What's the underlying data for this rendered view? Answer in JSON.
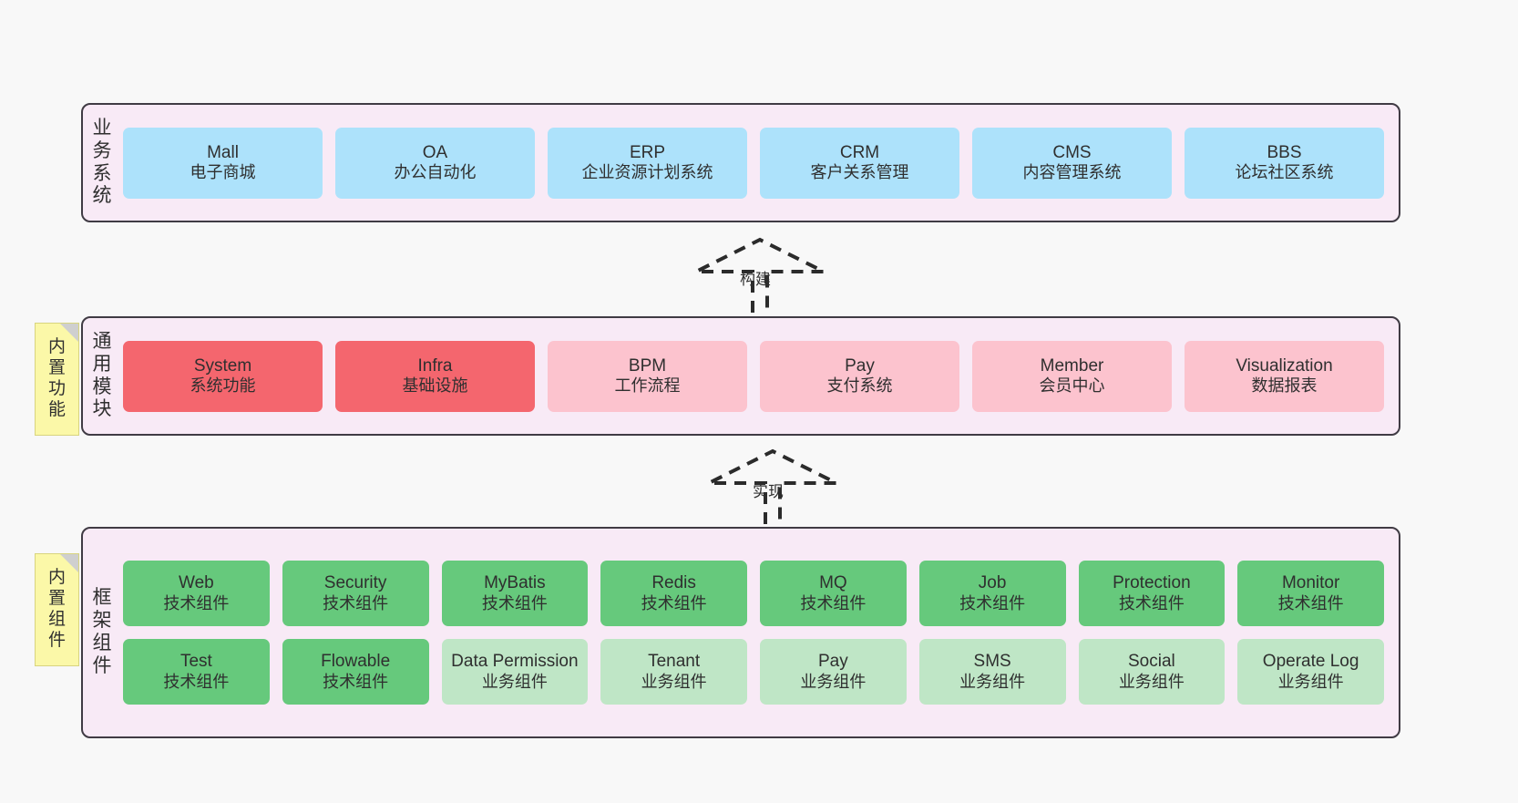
{
  "diagram": {
    "title": "",
    "background": "#f8f8f8",
    "colors": {
      "layer_bg": "#f8eaf6",
      "layer_border": "#403b44",
      "blue": "#ade2fb",
      "red": "#f4666e",
      "pink": "#fcc3ce",
      "green": "#66c97c",
      "light_green": "#bfe6c6",
      "note": "#fbf8a8"
    }
  },
  "layers": [
    {
      "id": "business-systems",
      "label": "业务系统",
      "rows": [
        {
          "cards": [
            {
              "en": "Mall",
              "cn": "电子商城",
              "color": "blue"
            },
            {
              "en": "OA",
              "cn": "办公自动化",
              "color": "blue"
            },
            {
              "en": "ERP",
              "cn": "企业资源计划系统",
              "color": "blue"
            },
            {
              "en": "CRM",
              "cn": "客户关系管理",
              "color": "blue"
            },
            {
              "en": "CMS",
              "cn": "内容管理系统",
              "color": "blue"
            },
            {
              "en": "BBS",
              "cn": "论坛社区系统",
              "color": "blue"
            }
          ]
        }
      ]
    },
    {
      "id": "common-modules",
      "label": "通用模块",
      "note": "内置功能",
      "rows": [
        {
          "cards": [
            {
              "en": "System",
              "cn": "系统功能",
              "color": "red"
            },
            {
              "en": "Infra",
              "cn": "基础设施",
              "color": "red"
            },
            {
              "en": "BPM",
              "cn": "工作流程",
              "color": "pink"
            },
            {
              "en": "Pay",
              "cn": "支付系统",
              "color": "pink"
            },
            {
              "en": "Member",
              "cn": "会员中心",
              "color": "pink"
            },
            {
              "en": "Visualization",
              "cn": "数据报表",
              "color": "pink"
            }
          ]
        }
      ]
    },
    {
      "id": "framework-components",
      "label": "框架组件",
      "note": "内置组件",
      "rows": [
        {
          "cards": [
            {
              "en": "Web",
              "cn": "技术组件",
              "color": "green"
            },
            {
              "en": "Security",
              "cn": "技术组件",
              "color": "green"
            },
            {
              "en": "MyBatis",
              "cn": "技术组件",
              "color": "green"
            },
            {
              "en": "Redis",
              "cn": "技术组件",
              "color": "green"
            },
            {
              "en": "MQ",
              "cn": "技术组件",
              "color": "green"
            },
            {
              "en": "Job",
              "cn": "技术组件",
              "color": "green"
            },
            {
              "en": "Protection",
              "cn": "技术组件",
              "color": "green"
            },
            {
              "en": "Monitor",
              "cn": "技术组件",
              "color": "green"
            }
          ]
        },
        {
          "cards": [
            {
              "en": "Test",
              "cn": "技术组件",
              "color": "green"
            },
            {
              "en": "Flowable",
              "cn": "技术组件",
              "color": "green"
            },
            {
              "en": "Data Permission",
              "cn": "业务组件",
              "color": "lgreen"
            },
            {
              "en": "Tenant",
              "cn": "业务组件",
              "color": "lgreen"
            },
            {
              "en": "Pay",
              "cn": "业务组件",
              "color": "lgreen"
            },
            {
              "en": "SMS",
              "cn": "业务组件",
              "color": "lgreen"
            },
            {
              "en": "Social",
              "cn": "业务组件",
              "color": "lgreen"
            },
            {
              "en": "Operate Log",
              "cn": "业务组件",
              "color": "lgreen"
            }
          ]
        }
      ]
    }
  ],
  "connectors": [
    {
      "id": "build",
      "label": "构建",
      "from": "common-modules",
      "to": "business-systems"
    },
    {
      "id": "implement",
      "label": "实现",
      "from": "framework-components",
      "to": "common-modules"
    }
  ]
}
